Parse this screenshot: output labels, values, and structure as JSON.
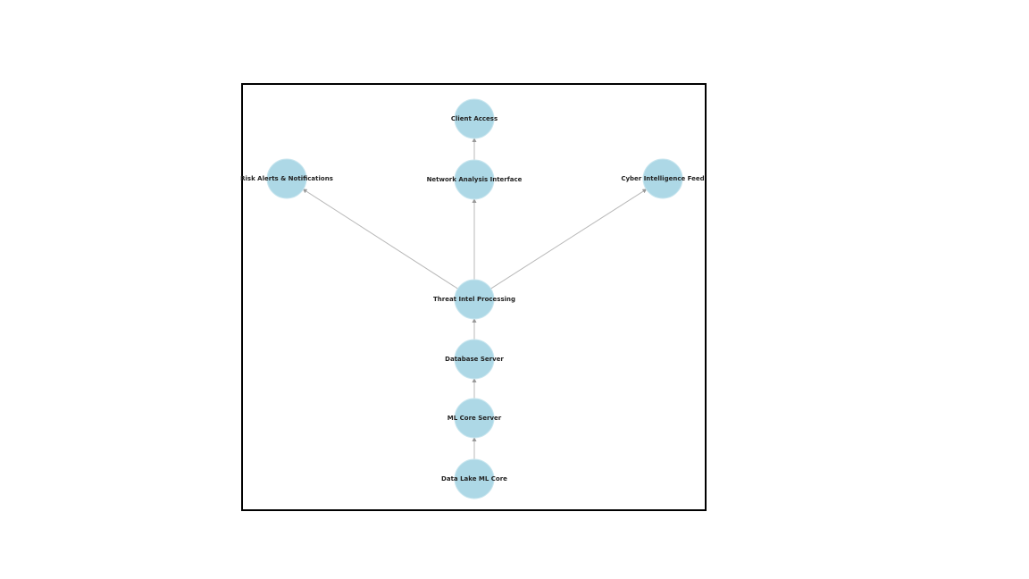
{
  "diagram": {
    "colors": {
      "node_fill": "#add8e6",
      "node_stroke": "#c9e6ef",
      "edge": "#b8b8b8",
      "frame": "#000000",
      "label": "#222222"
    },
    "nodes": [
      {
        "id": "n1",
        "label": "Client Access"
      },
      {
        "id": "n2",
        "label": "Network Analysis Interface"
      },
      {
        "id": "n3",
        "label": "Risk Alerts & Notifications"
      },
      {
        "id": "n4",
        "label": "Cyber Intelligence Feed"
      },
      {
        "id": "n5",
        "label": "Threat Intel Processing"
      },
      {
        "id": "n6",
        "label": "Database Server"
      },
      {
        "id": "n7",
        "label": "ML Core Server"
      },
      {
        "id": "n8",
        "label": "Data Lake ML Core"
      }
    ],
    "edges": [
      {
        "from": "n8",
        "to": "n7"
      },
      {
        "from": "n7",
        "to": "n6"
      },
      {
        "from": "n6",
        "to": "n5"
      },
      {
        "from": "n5",
        "to": "n3"
      },
      {
        "from": "n5",
        "to": "n2"
      },
      {
        "from": "n5",
        "to": "n4"
      },
      {
        "from": "n2",
        "to": "n1"
      }
    ]
  }
}
